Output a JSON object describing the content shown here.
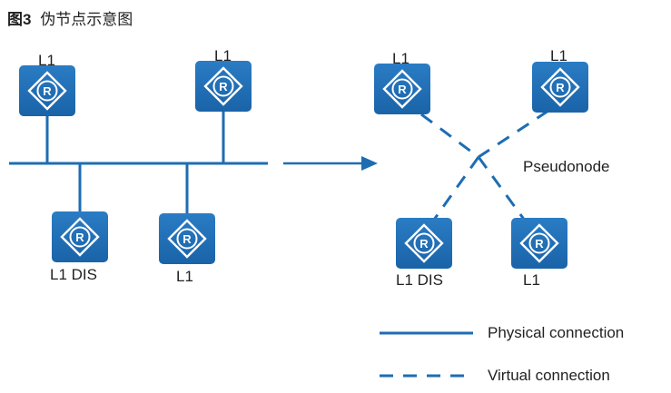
{
  "title": {
    "number": "图3",
    "text": "伪节点示意图"
  },
  "routers": {
    "left_top_1": {
      "label": "L1",
      "icon_letter": "R"
    },
    "left_top_2": {
      "label": "L1",
      "icon_letter": "R"
    },
    "left_bottom_dis": {
      "label": "L1 DIS",
      "icon_letter": "R"
    },
    "left_bottom_2": {
      "label": "L1",
      "icon_letter": "R"
    },
    "right_top_1": {
      "label": "L1",
      "icon_letter": "R"
    },
    "right_top_2": {
      "label": "L1",
      "icon_letter": "R"
    },
    "right_bottom_dis": {
      "label": "L1 DIS",
      "icon_letter": "R"
    },
    "right_bottom_2": {
      "label": "L1",
      "icon_letter": "R"
    }
  },
  "pseudonode_label": "Pseudonode",
  "legend": {
    "physical": "Physical connection",
    "virtual": "Virtual connection"
  },
  "colors": {
    "accent": "#1d6db3",
    "router_fill": "#1f6fb6",
    "text": "#222222"
  }
}
